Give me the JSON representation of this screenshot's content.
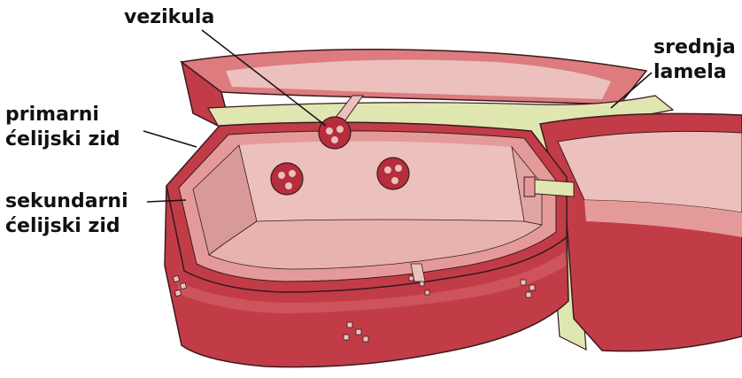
{
  "labels": {
    "vesicle": "vezikula",
    "middle_lamella": [
      "srednja",
      "lamela"
    ],
    "primary_wall": [
      "primarni",
      "ćelijski zid"
    ],
    "secondary_wall": [
      "sekundarni",
      "ćelijski zid"
    ]
  },
  "colors": {
    "primary_wall": "#c23c48",
    "primary_wall_light": "#dd7b7f",
    "secondary_wall": "#e59a9a",
    "interior": "#ecc0bc",
    "interior_dark": "#d89a98",
    "middle_lamella": "#dfe6b0",
    "vesicle": "#b62d3c",
    "outline": "#3a1a1e",
    "leader_line": "#111111"
  }
}
